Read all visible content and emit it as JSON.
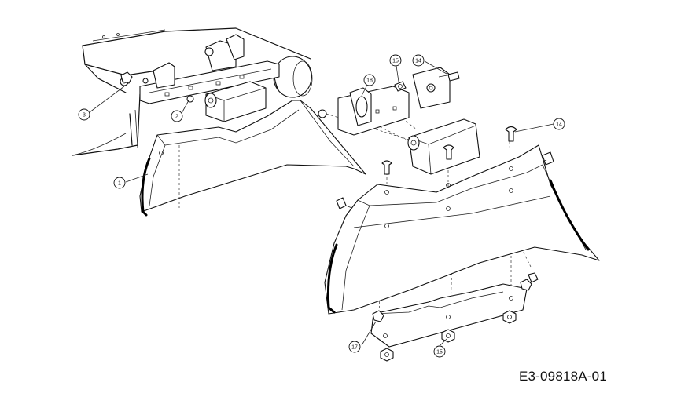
{
  "diagram": {
    "drawing_code": "E3-09818A-01",
    "callouts": [
      {
        "id": "c1",
        "label": "1"
      },
      {
        "id": "c2",
        "label": "2"
      },
      {
        "id": "c3",
        "label": "3"
      },
      {
        "id": "c14a",
        "label": "14"
      },
      {
        "id": "c14b",
        "label": "14"
      },
      {
        "id": "c15a",
        "label": "15"
      },
      {
        "id": "c15b",
        "label": "15"
      },
      {
        "id": "c17",
        "label": "17"
      },
      {
        "id": "c18",
        "label": "18"
      }
    ]
  }
}
